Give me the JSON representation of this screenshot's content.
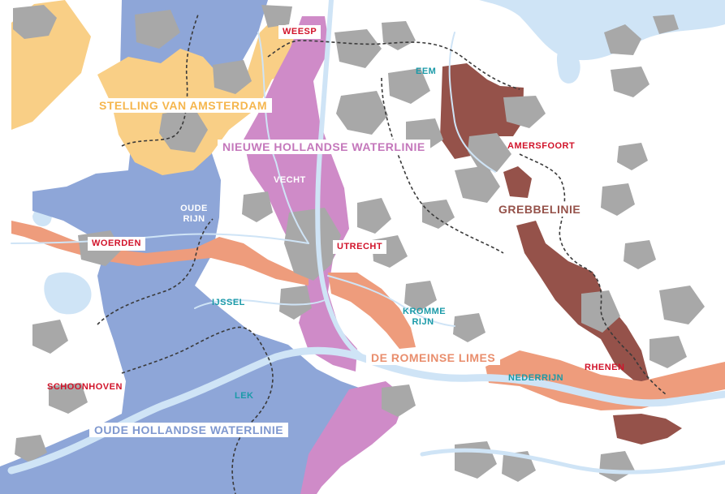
{
  "colors": {
    "stelling": "#f9cf86",
    "nieuwe": "#cf8bc8",
    "grebbe": "#95524a",
    "limes": "#ee9c7c",
    "oude": "#8ea6d8",
    "urban": "#a8a8a8",
    "water": "#cfe4f6",
    "city_label": "#d1132a",
    "river_label": "#1a9aa8"
  },
  "defense_lines": {
    "stelling": "STELLING VAN AMSTERDAM",
    "nieuwe": "NIEUWE HOLLANDSE WATERLINIE",
    "grebbe": "GREBBELINIE",
    "limes": "DE ROMEINSE LIMES",
    "oude": "OUDE HOLLANDSE WATERLINIE"
  },
  "cities": {
    "weesp": "WEESP",
    "amersfoort": "AMERSFOORT",
    "woerden": "WOERDEN",
    "utrecht": "UTRECHT",
    "rhenen": "RHENEN",
    "schoonhoven": "SCHOONHOVEN"
  },
  "rivers": {
    "eem": "EEM",
    "vecht": "VECHT",
    "oude_rijn": "OUDE RIJN",
    "ijssel": "IJSSEL",
    "kromme_rijn": "KROMME RIJN",
    "lek": "LEK",
    "nederrijn": "NEDERRIJN"
  }
}
